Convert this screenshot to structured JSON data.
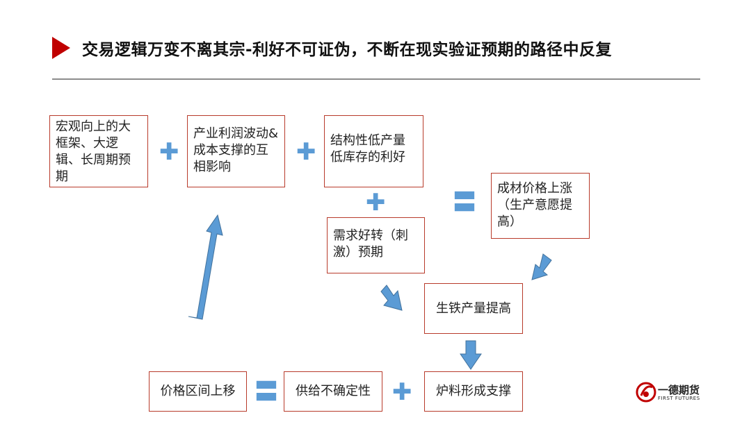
{
  "title": "交易逻辑万变不离其宗-利好不可证伪，不断在现实验证预期的路径中反复",
  "boxes": {
    "macro": "宏观向上的大框架、大逻辑、长周期预期",
    "profit": "产业利润波动&成本支撑的互相影响",
    "structural": "结构性低产量低库存的利好",
    "demand": "需求好转（刺激）预期",
    "price_up": "成材价格上涨（生产意愿提高）",
    "pig_iron": "生铁产量提高",
    "furnace": "炉料形成支撑",
    "uncertain": "供给不确定性",
    "range_up": "价格区间上移"
  },
  "symbols": {
    "plus": "✚",
    "equals": "〓"
  },
  "logo": {
    "name": "一德期货",
    "sub": "FIRST FUTURES"
  },
  "colors": {
    "accent_red": "#c00000",
    "box_border": "#b83a2a",
    "arrow_blue": "#5b9bd5"
  }
}
